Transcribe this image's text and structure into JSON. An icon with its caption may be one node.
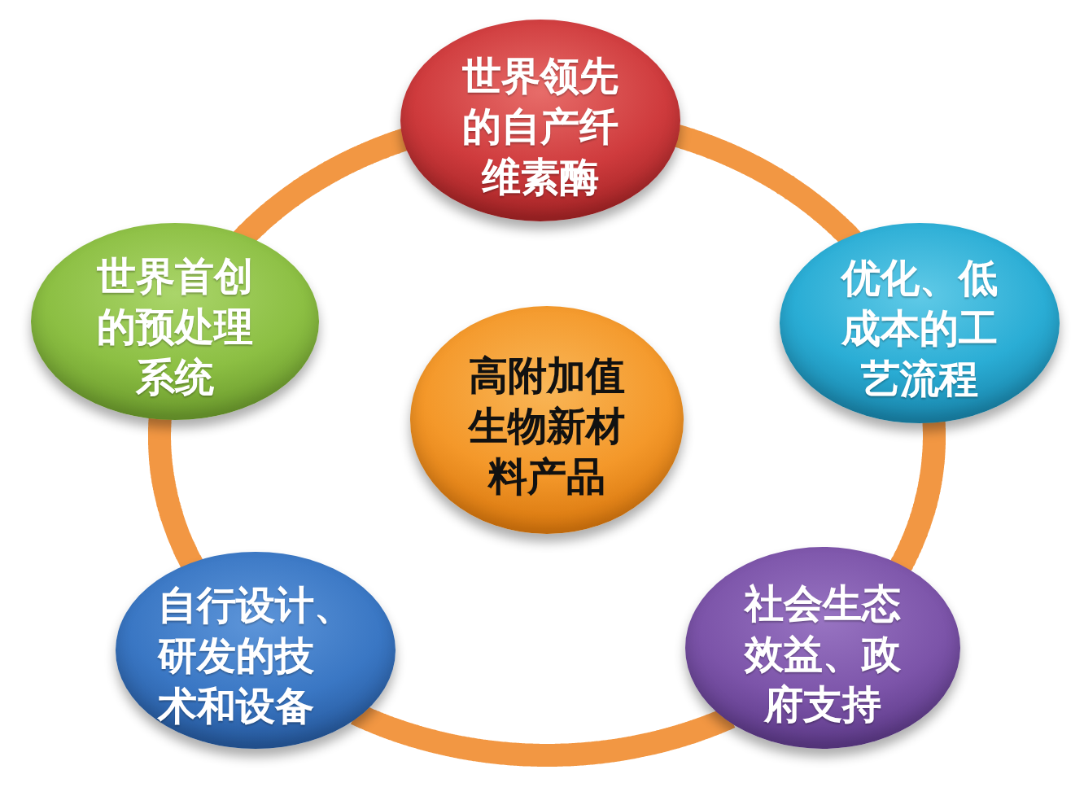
{
  "diagram": {
    "nodes": [
      {
        "text": [
          "世界领先的自产纤维素酶"
        ]
      },
      {
        "text": [
          "世界首创的预处理系统"
        ]
      },
      {
        "text": [
          "优化、低成本的工艺流程"
        ]
      },
      {
        "text": [
          "高附加值生物新材料产品"
        ]
      },
      {
        "text": [
          "自行设计、研发的技术和设备"
        ]
      },
      {
        "text": [
          "社会生态效益、政府支持"
        ]
      }
    ],
    "edges": [
      {
        "from": 0,
        "to": 2,
        "arrow": "none"
      },
      {
        "from": 2,
        "to": 5,
        "arrow": "none"
      },
      {
        "from": 5,
        "to": 4,
        "arrow": "none"
      },
      {
        "from": 4,
        "to": 1,
        "arrow": "none"
      },
      {
        "from": 1,
        "to": 0,
        "arrow": "none"
      }
    ]
  }
}
